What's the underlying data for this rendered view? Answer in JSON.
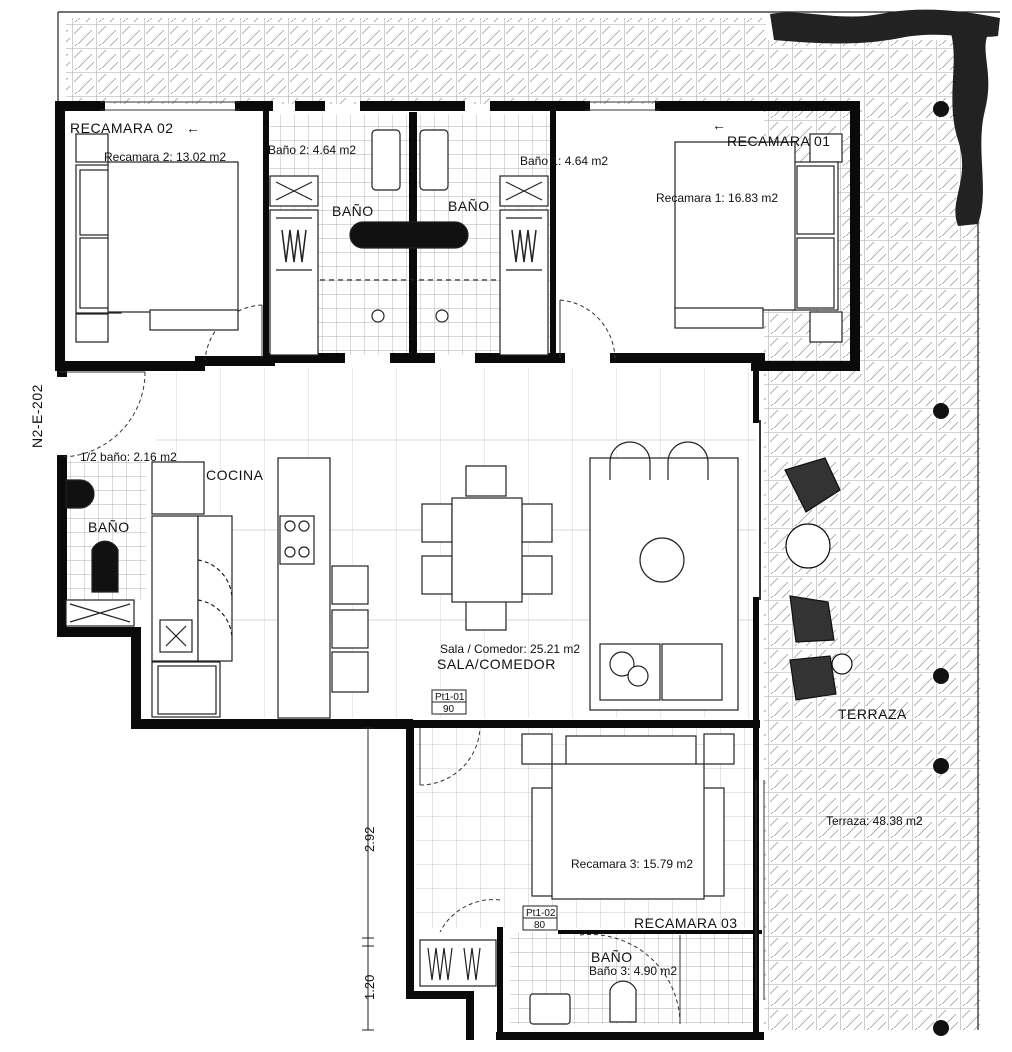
{
  "rooms": {
    "recamara02": {
      "title": "RECAMARA 02",
      "arrow": "←",
      "area": "Recamara 2: 13.02 m2"
    },
    "bano2": {
      "title": "BAÑO",
      "area": "Baño 2: 4.64 m2"
    },
    "bano1": {
      "title": "BAÑO",
      "area": "Baño 1: 4.64 m2"
    },
    "recamara01": {
      "title": "RECAMARA 01",
      "arrow": "←",
      "area": "Recamara 1: 16.83 m2"
    },
    "medioBano": {
      "title": "BAÑO",
      "area": "1/2 baño: 2.16 m2"
    },
    "cocina": {
      "title": "COCINA"
    },
    "sala": {
      "title": "SALA/COMEDOR",
      "area": "Sala / Comedor: 25.21 m2"
    },
    "terraza": {
      "title": "TERRAZA",
      "area": "Terraza: 48.38 m2"
    },
    "recamara03": {
      "title": "RECAMARA 03",
      "area": "Recamara 3: 15.79 m2"
    },
    "bano3": {
      "title": "BAÑO",
      "area": "Baño 3: 4.90 m2"
    }
  },
  "doors": {
    "p1": {
      "code": "Pt1-01",
      "width": "90"
    },
    "p2": {
      "code": "Pt1-02",
      "width": "80"
    }
  },
  "labels": {
    "unit": "N2-E-202"
  },
  "dimensions": {
    "d1": "2.92",
    "d2": "1.20"
  },
  "colors": {
    "wall": "#0a0a0a",
    "line": "#222222",
    "background": "#ffffff"
  }
}
